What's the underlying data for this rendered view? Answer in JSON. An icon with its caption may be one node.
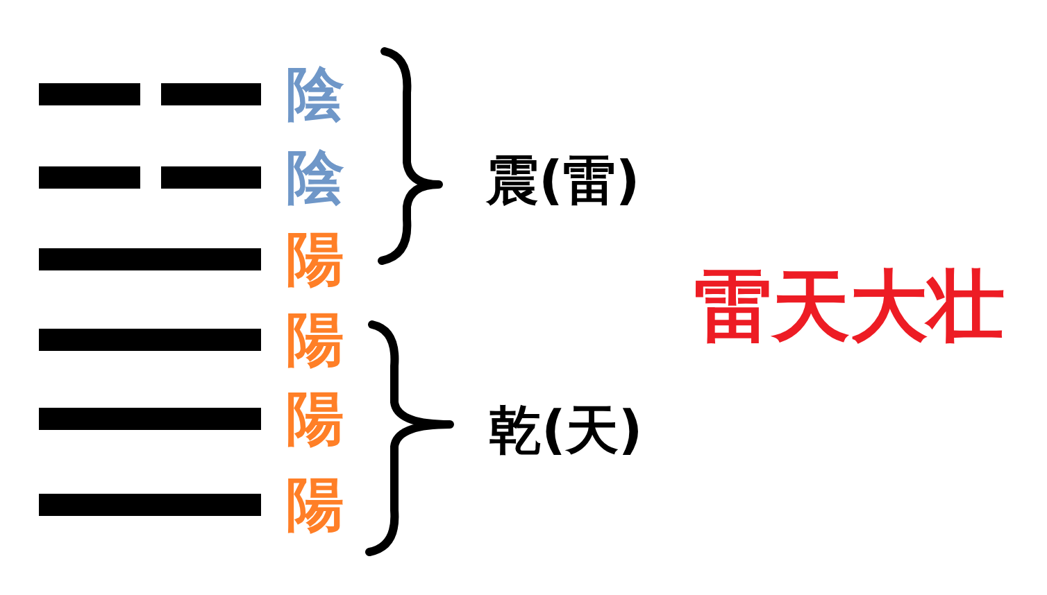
{
  "diagram": {
    "title": "雷天大壮",
    "nodes": [
      {
        "text": [],
        "shape": "bar",
        "beside": [
          "陰"
        ]
      },
      {
        "text": [],
        "shape": "bar",
        "beside": [
          "陰"
        ]
      },
      {
        "text": [],
        "shape": "bar",
        "beside": [
          "陽"
        ]
      },
      {
        "text": [],
        "shape": "bar",
        "beside": [
          "陽"
        ]
      },
      {
        "text": [],
        "shape": "bar",
        "beside": [
          "陽"
        ]
      },
      {
        "text": [],
        "shape": "bar",
        "beside": [
          "陽"
        ]
      }
    ],
    "labels": [
      "震(雷)",
      "乾(天)"
    ]
  }
}
